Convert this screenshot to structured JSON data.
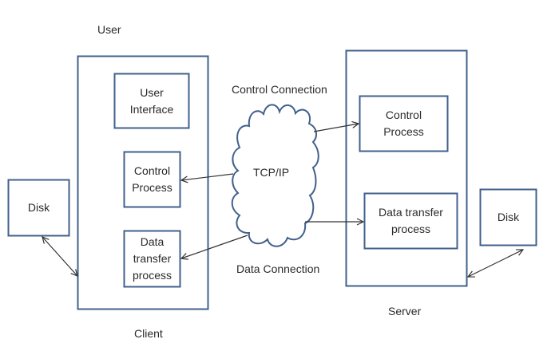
{
  "diagram": {
    "colors": {
      "box_stroke": "#41608c",
      "arrow": "#333333",
      "text": "#2a2a2a"
    },
    "labels": {
      "user": "User",
      "client": "Client",
      "server": "Server",
      "control_connection": "Control Connection",
      "data_connection": "Data Connection",
      "network": "TCP/IP"
    },
    "client_boxes": {
      "user_interface": "User\nInterface",
      "control_process": "Control\nProcess",
      "data_transfer_process": "Data\ntransfer\nprocess"
    },
    "server_boxes": {
      "control_process": "Control\nProcess",
      "data_transfer_process": "Data transfer\nprocess"
    },
    "disks": {
      "left": "Disk",
      "right": "Disk"
    },
    "connections": [
      {
        "from": "TCP/IP",
        "to": "Client Control Process",
        "arrow": "single"
      },
      {
        "from": "TCP/IP",
        "to": "Client Data transfer process",
        "arrow": "single"
      },
      {
        "from": "TCP/IP",
        "to": "Server Control Process",
        "arrow": "single"
      },
      {
        "from": "TCP/IP",
        "to": "Server Data transfer process",
        "arrow": "single"
      },
      {
        "from": "Disk (left)",
        "to": "Client",
        "arrow": "double"
      },
      {
        "from": "Disk (right)",
        "to": "Server",
        "arrow": "double"
      }
    ]
  }
}
